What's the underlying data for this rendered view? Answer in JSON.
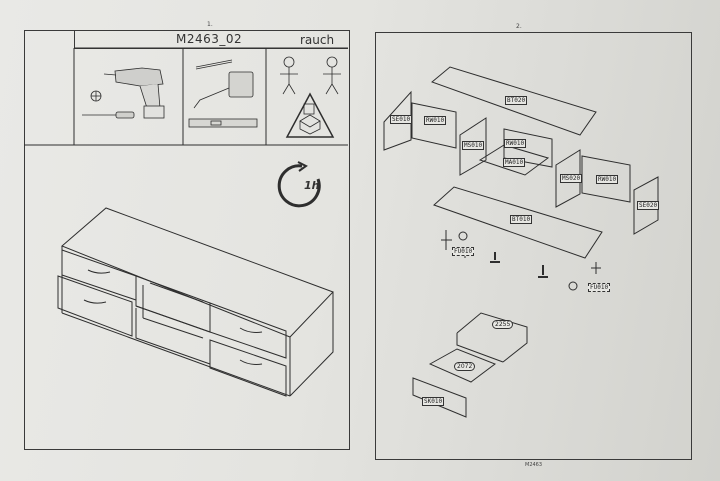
{
  "page1": {
    "number": "1.",
    "model": "M2463_02",
    "brand": "rauch",
    "time": "1h"
  },
  "page2": {
    "number": "2.",
    "footer": "M2463",
    "parts": {
      "bt020": "BT020",
      "se010": "SE010",
      "rw010_left": "RW010",
      "ms010": "MS010",
      "rw010_center": "RW010",
      "ma010": "MA010",
      "ms020": "MS020",
      "rw010_right": "RW010",
      "se020": "SE020",
      "bt010": "BT010",
      "fu010_left": "FU010",
      "fu010_right": "FU010",
      "sk010": "SK010"
    },
    "drawer_parts": {
      "part_2255": "2255",
      "part_2072": "2072"
    }
  }
}
